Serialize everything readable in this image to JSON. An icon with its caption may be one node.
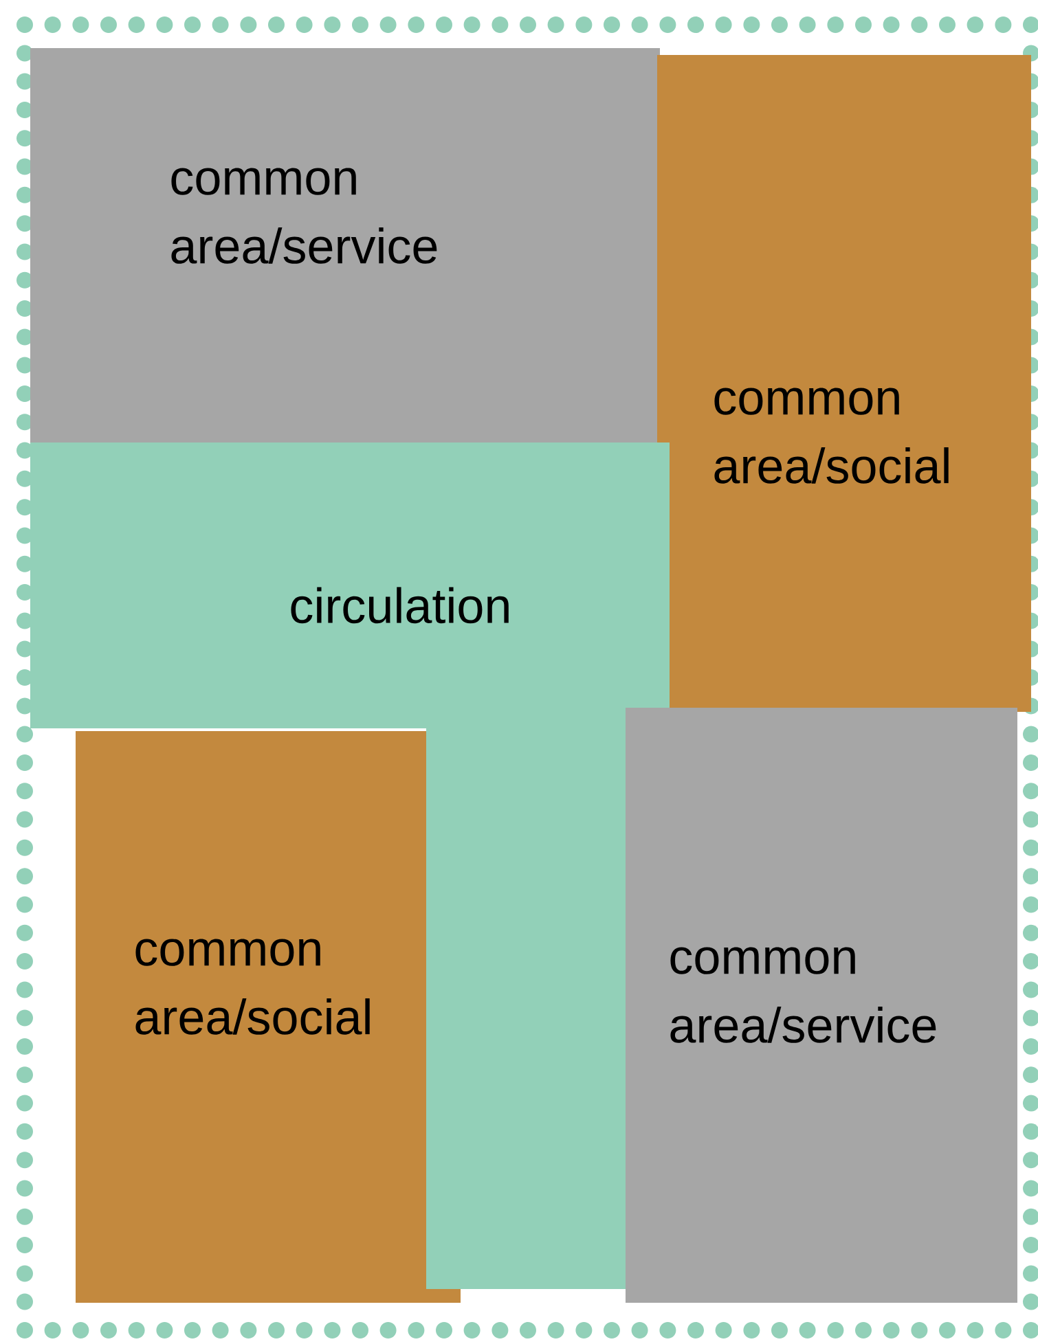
{
  "diagram": {
    "nodes": [
      {
        "text": [
          "common area/service"
        ]
      },
      {
        "text": [
          "common area/social"
        ]
      },
      {
        "text": [
          "circulation"
        ]
      },
      {
        "text": [
          "common area/social"
        ]
      },
      {
        "text": [
          "common area/service"
        ]
      }
    ]
  }
}
